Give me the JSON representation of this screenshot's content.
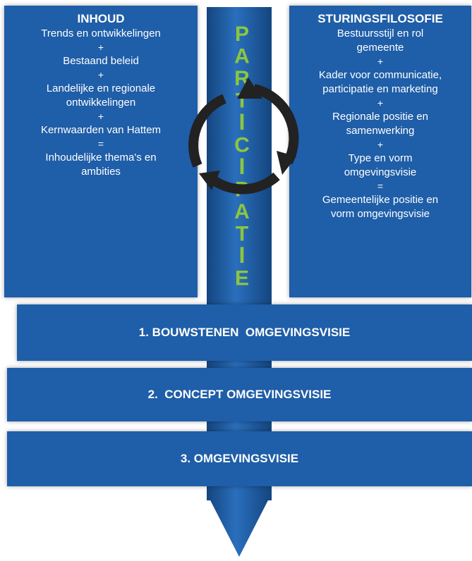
{
  "left_panel": {
    "heading": "INHOUD",
    "lines": [
      "Trends en ontwikkelingen",
      "+",
      "Bestaand beleid",
      "+",
      "Landelijke en regionale",
      "ontwikkelingen",
      "+",
      "Kernwaarden van Hattem",
      "=",
      "Inhoudelijke thema's en",
      "ambities"
    ]
  },
  "right_panel": {
    "heading": "STURINGSFILOSOFIE",
    "lines": [
      "Bestuursstijl en rol",
      "gemeente",
      "+",
      "Kader voor communicatie,",
      "participatie en marketing",
      "+",
      "Regionale positie en",
      "samenwerking",
      "+",
      "Type en vorm",
      "omgevingsvisie",
      "=",
      "Gemeentelijke positie en",
      "vorm omgevingsvisie"
    ]
  },
  "center_arrow": {
    "word": "PARTICIPATIE",
    "letters": [
      "P",
      "A",
      "R",
      "T",
      "I",
      "C",
      "I",
      "P",
      "A",
      "T",
      "I",
      "E"
    ]
  },
  "bands": [
    {
      "label": "1. BOUWSTENEN  OMGEVINGSVISIE"
    },
    {
      "label": "2.  CONCEPT OMGEVINGSVISIE"
    },
    {
      "label": "3. OMGEVINGSVISIE"
    }
  ],
  "colors": {
    "panel_blue": "#1f5ea8",
    "arrow_blue": "#2366b0",
    "letter_green": "#8cc63f",
    "cycle_dark": "#222222"
  }
}
